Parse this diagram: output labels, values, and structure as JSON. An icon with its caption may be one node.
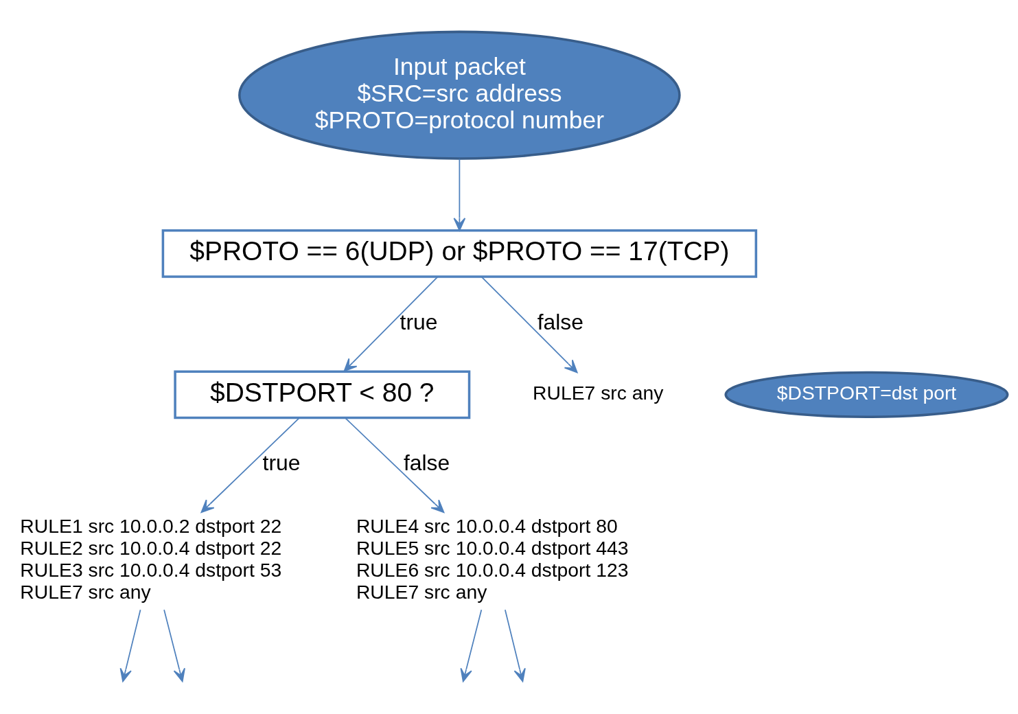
{
  "diagram": {
    "nodes": [
      {
        "text": [
          "Input packet",
          "$SRC=src address",
          "$PROTO=protocol number"
        ]
      },
      {
        "text": [
          "$PROTO == 6(UDP) or $PROTO == 17(TCP)"
        ]
      },
      {
        "text": [
          "$DSTPORT=dst port"
        ]
      },
      {
        "text": [
          "$DSTPORT < 80 ?"
        ]
      },
      {
        "text": [
          "RULE7 src any"
        ]
      },
      {
        "text": [
          "RULE1 src 10.0.0.2 dstport 22",
          "RULE2 src 10.0.0.4 dstport 22",
          "RULE3 src 10.0.0.4 dstport 53",
          "RULE7 src any"
        ]
      },
      {
        "text": [
          "RULE4 src 10.0.0.4 dstport 80",
          "RULE5 src 10.0.0.4 dstport 443",
          "RULE6 src 10.0.0.4 dstport 123",
          "RULE7 src any"
        ]
      }
    ],
    "edges": [
      {
        "from": 0,
        "to": 1,
        "arrow": "to"
      },
      {
        "from": 1,
        "to": 3,
        "arrow": "to",
        "label": "true"
      },
      {
        "from": 1,
        "to": 4,
        "arrow": "to",
        "label": "false"
      },
      {
        "from": 3,
        "to": 5,
        "arrow": "to",
        "label": "true"
      },
      {
        "from": 3,
        "to": 6,
        "arrow": "to",
        "label": "false"
      },
      {
        "from": 5,
        "to": null,
        "arrow": "to"
      },
      {
        "from": 5,
        "to": null,
        "arrow": "to"
      },
      {
        "from": 6,
        "to": null,
        "arrow": "to"
      },
      {
        "from": 6,
        "to": null,
        "arrow": "to"
      }
    ]
  }
}
